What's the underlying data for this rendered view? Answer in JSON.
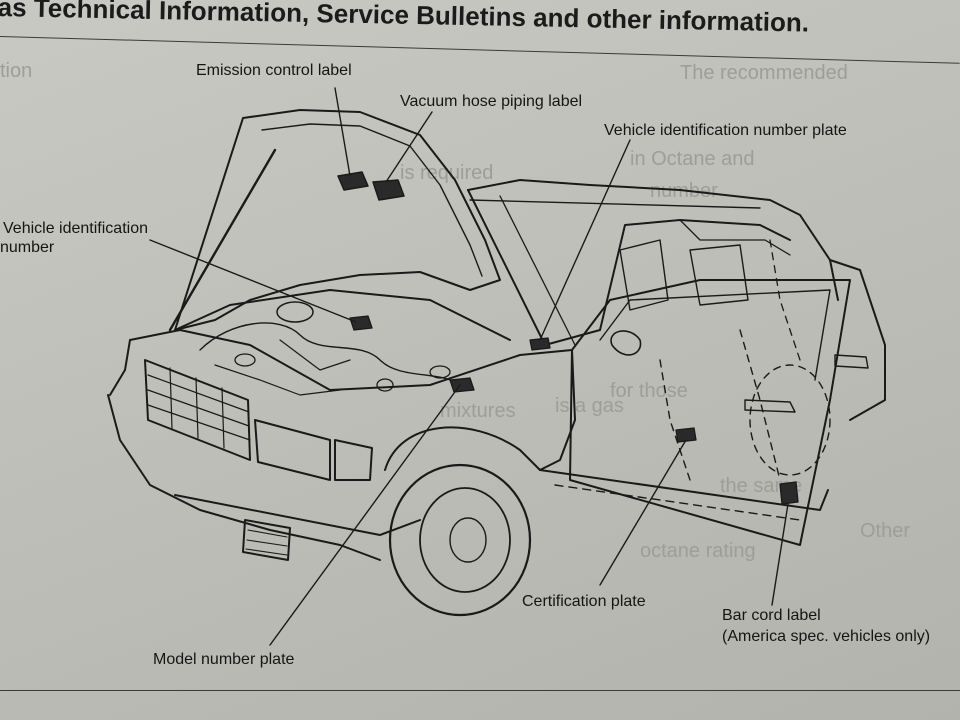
{
  "header": {
    "text": "as Technical Information, Service Bulletins and other information."
  },
  "background_text": [
    "tion",
    "The recommended",
    "in Octane and",
    "number",
    "is required",
    "for those",
    "the same",
    "octane rating",
    "is a gas",
    "mixtures",
    "Other"
  ],
  "callouts": {
    "emission_control_label": "Emission control label",
    "vacuum_hose_piping_label": "Vacuum hose piping label",
    "vin_plate": "Vehicle identification number plate",
    "vin_line1": "Vehicle identification",
    "vin_line2": "number",
    "certification_plate": "Certification plate",
    "bar_cord_label_line1": "Bar cord label",
    "bar_cord_label_line2": "(America spec. vehicles only)",
    "model_number_plate": "Model number plate"
  }
}
